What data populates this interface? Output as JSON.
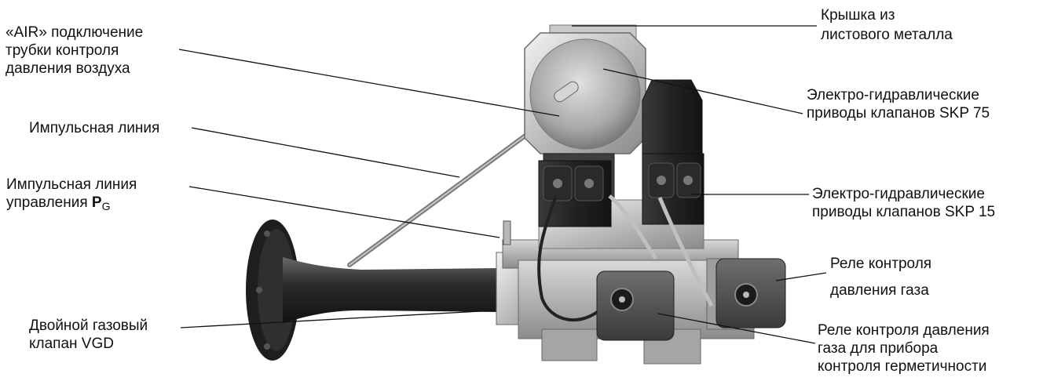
{
  "labels": {
    "air": [
      "«AIR» подключение",
      "трубки контроля",
      "давления воздуха"
    ],
    "impulse_line": "Импульсная линия",
    "impulse_control": {
      "line1": "Импульсная линия",
      "line2_prefix": "управления ",
      "symbol": "P",
      "subscript": "G"
    },
    "double_valve": [
      "Двойной газовый",
      "клапан VGD"
    ],
    "cover": [
      "Крышка из",
      "листового металла"
    ],
    "skp75": [
      "Электро-гидравлические",
      "приводы клапанов SKP 75"
    ],
    "skp15": [
      "Электро-гидравлические",
      "приводы клапанов SKP 15"
    ],
    "gas_relay": [
      "Реле контроля",
      "давления газа"
    ],
    "gas_relay_tightness": [
      "Реле контроля давления",
      "газа для прибора",
      "контроля герметичности"
    ]
  }
}
